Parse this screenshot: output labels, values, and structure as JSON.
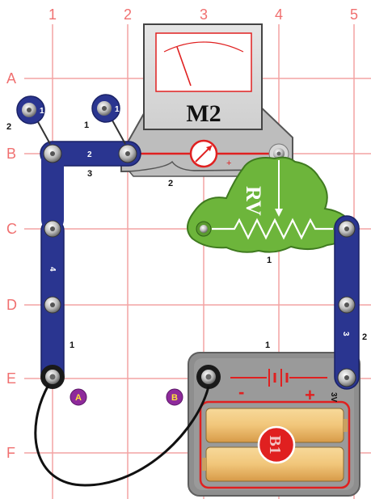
{
  "grid": {
    "columns": [
      "1",
      "2",
      "3",
      "4",
      "5"
    ],
    "rows": [
      "A",
      "B",
      "C",
      "D",
      "E",
      "F"
    ]
  },
  "meter": {
    "label": "M2"
  },
  "potentiometer": {
    "label": "RV"
  },
  "battery": {
    "label": "B1",
    "minus": "-",
    "plus": "+",
    "voltage": "3V"
  },
  "jumper": {
    "end_a": "A",
    "end_b": "B"
  },
  "layer_numbers": {
    "snap_left_1": "1",
    "snap_left_2": "2",
    "snap_mid_1": "1",
    "snap_left_1b": "1",
    "b_strip_3": "3",
    "meter_base_2": "2",
    "rv_bottom_1": "1",
    "left_d_1": "1",
    "battery_top_1": "1"
  },
  "strip_numbers": {
    "b_strip": "2",
    "left_vertical": "4",
    "right_vertical": "3",
    "right_e": "2"
  },
  "colors": {
    "grid": "#f07070",
    "snap_blue": "#2a3590",
    "rv_green": "#6db53b",
    "meter_red": "#e02020",
    "battery_gray": "#8e8e8e",
    "badge_purple": "#8e2a9b"
  }
}
